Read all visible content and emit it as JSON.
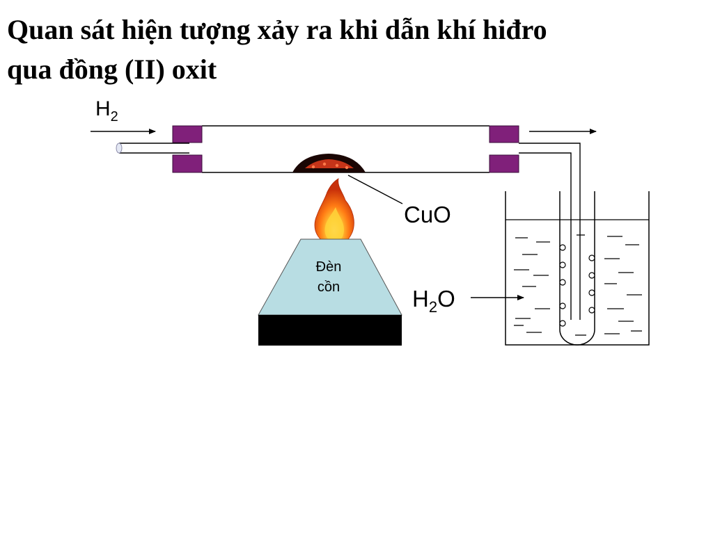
{
  "title": {
    "line1": "Quan sát hiện tượng xảy ra khi dẫn khí hiđro",
    "line2": "qua đồng (II) oxit"
  },
  "labels": {
    "h2_inlet": {
      "base": "H",
      "sub": "2"
    },
    "cuo": "CuO",
    "lamp_line1": "Đèn",
    "lamp_line2": "cồn",
    "water": {
      "base": "H",
      "sub": "2",
      "tail": "O"
    }
  },
  "colors": {
    "stopper": "#80207a",
    "lamp_body": "#b8dde3",
    "lamp_base": "#000000",
    "flame_outer": "#e03a08",
    "flame_inner": "#ffd23a",
    "powder_dark": "#1a0604",
    "powder_glow": "#d83a1c"
  }
}
